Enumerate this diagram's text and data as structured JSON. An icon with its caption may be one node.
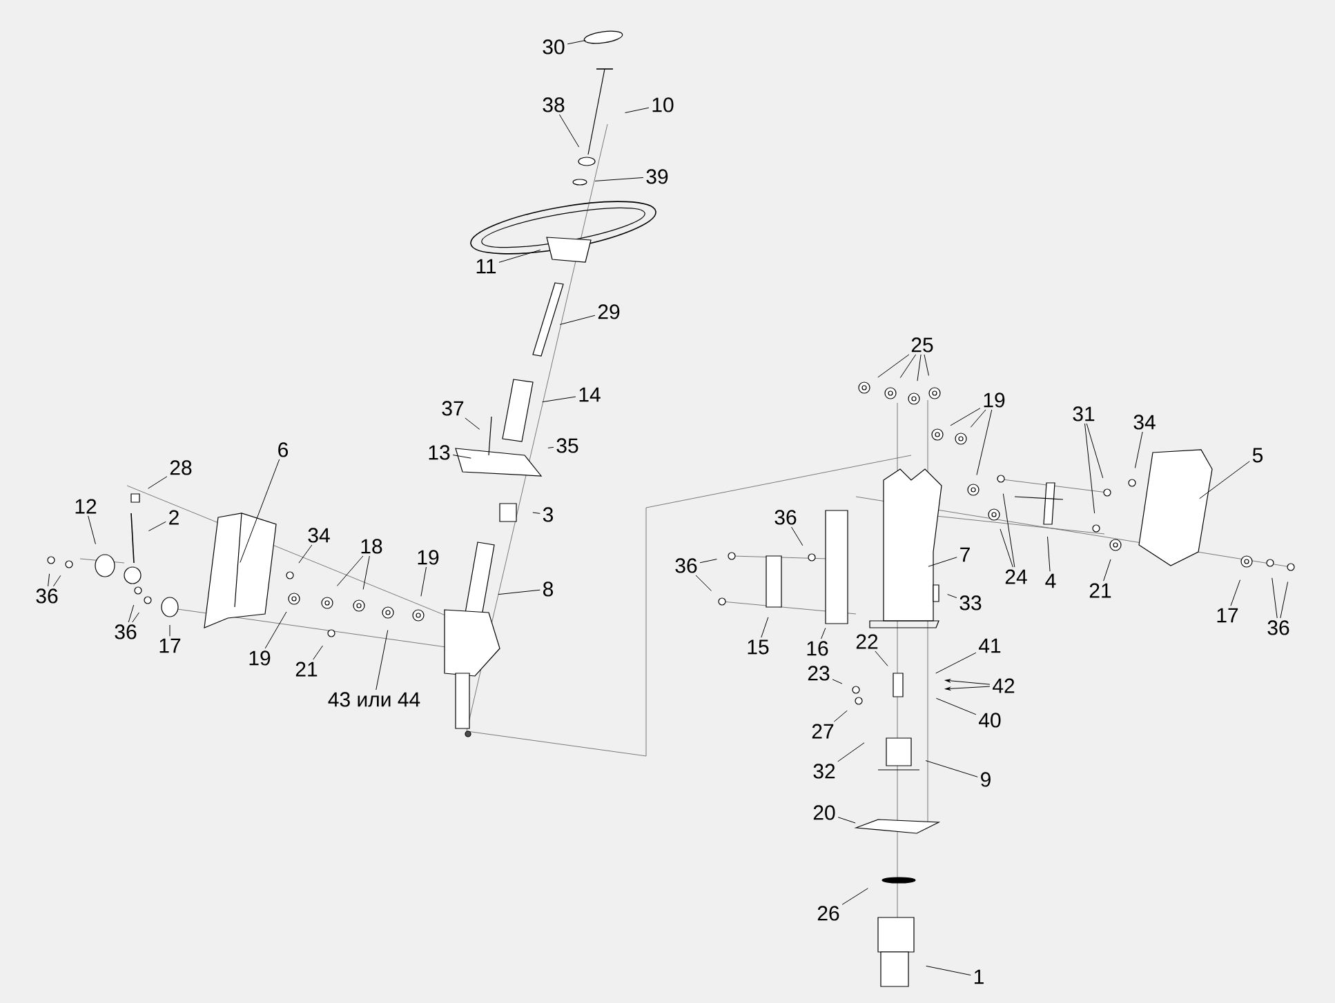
{
  "diagram": {
    "nodes": [
      {
        "text": [
          "30"
        ]
      },
      {
        "text": [
          "10"
        ]
      },
      {
        "text": [
          "38"
        ]
      },
      {
        "text": [
          "39"
        ]
      },
      {
        "text": [
          "11"
        ]
      },
      {
        "text": [
          "29"
        ]
      },
      {
        "text": [
          "14"
        ]
      },
      {
        "text": [
          "37"
        ]
      },
      {
        "text": [
          "13"
        ]
      },
      {
        "text": [
          "35"
        ]
      },
      {
        "text": [
          "3"
        ]
      },
      {
        "text": [
          "6"
        ]
      },
      {
        "text": [
          "28"
        ]
      },
      {
        "text": [
          "2"
        ]
      },
      {
        "text": [
          "12"
        ]
      },
      {
        "text": [
          "36"
        ]
      },
      {
        "text": [
          "36"
        ]
      },
      {
        "text": [
          "17"
        ]
      },
      {
        "text": [
          "34"
        ]
      },
      {
        "text": [
          "18"
        ]
      },
      {
        "text": [
          "19"
        ]
      },
      {
        "text": [
          "21"
        ]
      },
      {
        "text": [
          "43 или 44"
        ]
      },
      {
        "text": [
          "19"
        ]
      },
      {
        "text": [
          "8"
        ]
      },
      {
        "text": [
          "25"
        ]
      },
      {
        "text": [
          "19"
        ]
      },
      {
        "text": [
          "31"
        ]
      },
      {
        "text": [
          "34"
        ]
      },
      {
        "text": [
          "5"
        ]
      },
      {
        "text": [
          "36"
        ]
      },
      {
        "text": [
          "36"
        ]
      },
      {
        "text": [
          "7"
        ]
      },
      {
        "text": [
          "24"
        ]
      },
      {
        "text": [
          "4"
        ]
      },
      {
        "text": [
          "21"
        ]
      },
      {
        "text": [
          "33"
        ]
      },
      {
        "text": [
          "17"
        ]
      },
      {
        "text": [
          "36"
        ]
      },
      {
        "text": [
          "15"
        ]
      },
      {
        "text": [
          "16"
        ]
      },
      {
        "text": [
          "22"
        ]
      },
      {
        "text": [
          "41"
        ]
      },
      {
        "text": [
          "23"
        ]
      },
      {
        "text": [
          "42"
        ]
      },
      {
        "text": [
          "40"
        ]
      },
      {
        "text": [
          "27"
        ]
      },
      {
        "text": [
          "32"
        ]
      },
      {
        "text": [
          "9"
        ]
      },
      {
        "text": [
          "20"
        ]
      },
      {
        "text": [
          "26"
        ]
      },
      {
        "text": [
          "1"
        ]
      }
    ],
    "edges": [
      {
        "from": 0,
        "to": null,
        "arrow": "none"
      },
      {
        "from": 1,
        "to": null,
        "arrow": "none"
      },
      {
        "from": 2,
        "to": null,
        "arrow": "none"
      },
      {
        "from": 3,
        "to": null,
        "arrow": "none"
      },
      {
        "from": 4,
        "to": null,
        "arrow": "none"
      },
      {
        "from": 5,
        "to": null,
        "arrow": "none"
      },
      {
        "from": 6,
        "to": null,
        "arrow": "none"
      },
      {
        "from": 7,
        "to": null,
        "arrow": "none"
      },
      {
        "from": 8,
        "to": null,
        "arrow": "none"
      },
      {
        "from": 9,
        "to": null,
        "arrow": "none"
      },
      {
        "from": 10,
        "to": null,
        "arrow": "none"
      },
      {
        "from": 11,
        "to": null,
        "arrow": "none"
      },
      {
        "from": 12,
        "to": null,
        "arrow": "none"
      },
      {
        "from": 13,
        "to": null,
        "arrow": "none"
      },
      {
        "from": 14,
        "to": null,
        "arrow": "none"
      },
      {
        "from": 15,
        "to": null,
        "arrow": "none"
      },
      {
        "from": 15,
        "to": null,
        "arrow": "none"
      },
      {
        "from": 16,
        "to": null,
        "arrow": "none"
      },
      {
        "from": 16,
        "to": null,
        "arrow": "none"
      },
      {
        "from": 17,
        "to": null,
        "arrow": "none"
      },
      {
        "from": 18,
        "to": null,
        "arrow": "none"
      },
      {
        "from": 19,
        "to": null,
        "arrow": "none"
      },
      {
        "from": 19,
        "to": null,
        "arrow": "none"
      },
      {
        "from": 20,
        "to": null,
        "arrow": "none"
      },
      {
        "from": 21,
        "to": null,
        "arrow": "none"
      },
      {
        "from": 22,
        "to": null,
        "arrow": "none"
      },
      {
        "from": 23,
        "to": null,
        "arrow": "none"
      },
      {
        "from": 24,
        "to": null,
        "arrow": "none"
      },
      {
        "from": 25,
        "to": null,
        "arrow": "none"
      },
      {
        "from": 25,
        "to": null,
        "arrow": "none"
      },
      {
        "from": 25,
        "to": null,
        "arrow": "none"
      },
      {
        "from": 25,
        "to": null,
        "arrow": "none"
      },
      {
        "from": 26,
        "to": null,
        "arrow": "none"
      },
      {
        "from": 26,
        "to": null,
        "arrow": "none"
      },
      {
        "from": 26,
        "to": null,
        "arrow": "none"
      },
      {
        "from": 27,
        "to": null,
        "arrow": "none"
      },
      {
        "from": 27,
        "to": null,
        "arrow": "none"
      },
      {
        "from": 28,
        "to": null,
        "arrow": "none"
      },
      {
        "from": 29,
        "to": null,
        "arrow": "none"
      },
      {
        "from": 30,
        "to": null,
        "arrow": "none"
      },
      {
        "from": 31,
        "to": null,
        "arrow": "none"
      },
      {
        "from": 31,
        "to": null,
        "arrow": "none"
      },
      {
        "from": 32,
        "to": null,
        "arrow": "none"
      },
      {
        "from": 33,
        "to": null,
        "arrow": "none"
      },
      {
        "from": 33,
        "to": null,
        "arrow": "none"
      },
      {
        "from": 34,
        "to": null,
        "arrow": "none"
      },
      {
        "from": 35,
        "to": null,
        "arrow": "none"
      },
      {
        "from": 36,
        "to": null,
        "arrow": "none"
      },
      {
        "from": 37,
        "to": null,
        "arrow": "none"
      },
      {
        "from": 38,
        "to": null,
        "arrow": "none"
      },
      {
        "from": 38,
        "to": null,
        "arrow": "none"
      },
      {
        "from": 39,
        "to": null,
        "arrow": "none"
      },
      {
        "from": 40,
        "to": null,
        "arrow": "none"
      },
      {
        "from": 41,
        "to": null,
        "arrow": "none"
      },
      {
        "from": 42,
        "to": null,
        "arrow": "none"
      },
      {
        "from": 43,
        "to": null,
        "arrow": "none"
      },
      {
        "from": 44,
        "to": null,
        "arrow": "to"
      },
      {
        "from": 44,
        "to": null,
        "arrow": "to"
      },
      {
        "from": 45,
        "to": null,
        "arrow": "none"
      },
      {
        "from": 46,
        "to": null,
        "arrow": "none"
      },
      {
        "from": 47,
        "to": null,
        "arrow": "none"
      },
      {
        "from": 48,
        "to": null,
        "arrow": "none"
      },
      {
        "from": 49,
        "to": null,
        "arrow": "none"
      },
      {
        "from": 50,
        "to": null,
        "arrow": "none"
      },
      {
        "from": 51,
        "to": null,
        "arrow": "none"
      }
    ]
  }
}
